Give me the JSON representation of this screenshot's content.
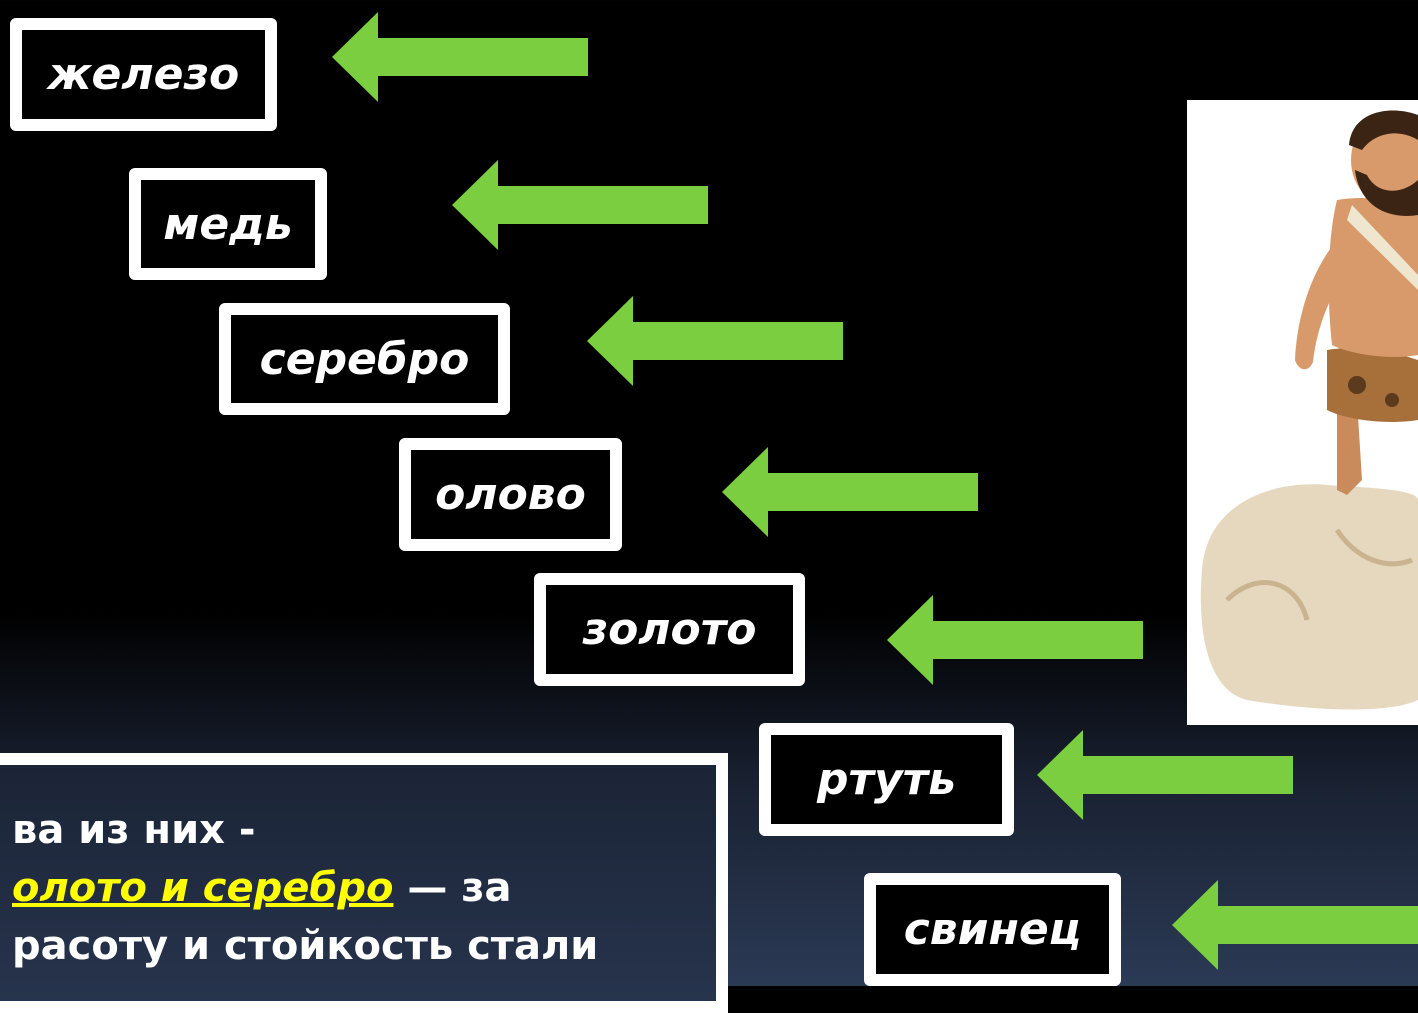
{
  "metals": [
    {
      "label": "железо"
    },
    {
      "label": "медь"
    },
    {
      "label": "серебро"
    },
    {
      "label": "олово"
    },
    {
      "label": "золото"
    },
    {
      "label": "ртуть"
    },
    {
      "label": "свинец"
    }
  ],
  "info": {
    "line1": "ва из них -",
    "line2_highlight": "олото и серебро",
    "line2_rest": " — за",
    "line3": "расоту и стойкость стали"
  },
  "colors": {
    "arrow": "#7ace3f",
    "highlight": "#ffff00",
    "box_border": "#ffffff"
  },
  "icons": {
    "arrow": "left-arrow-icon",
    "figure": "caveman-illustration"
  }
}
